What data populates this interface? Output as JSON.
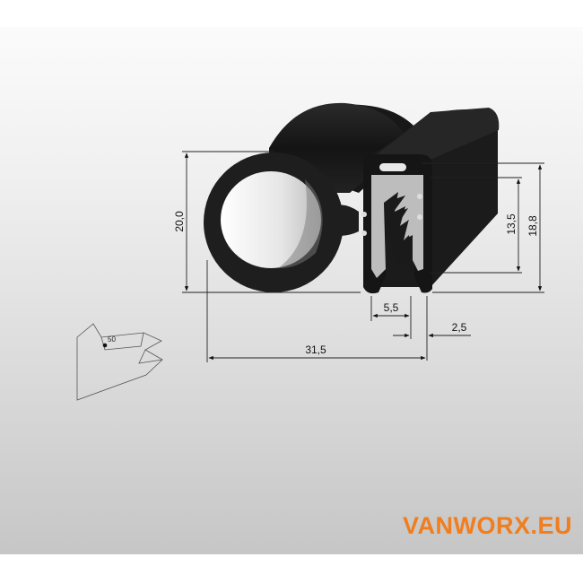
{
  "dimensions": {
    "height_left": "20,0",
    "height_right": "18,8",
    "height_inner": "13,5",
    "slot_width": "5,5",
    "lip": "2,5",
    "total_width": "31,5"
  },
  "hole_marker": "50",
  "brand": "VANWORX.EU",
  "colors": {
    "rubber": "#1b1b1b",
    "brand": "#f07d1e"
  }
}
